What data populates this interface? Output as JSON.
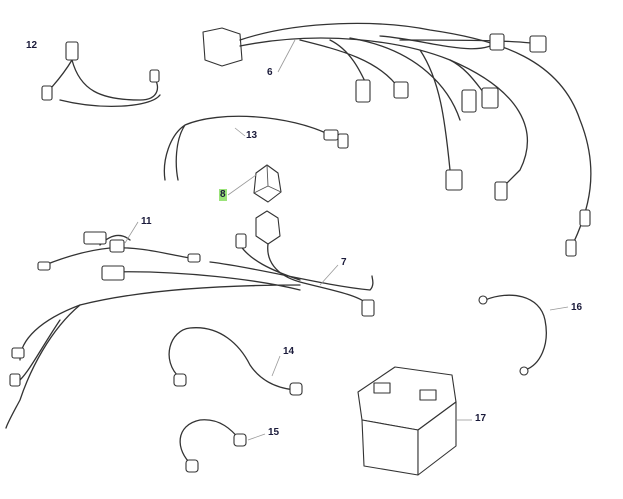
{
  "callouts": [
    {
      "id": "12",
      "label": "12"
    },
    {
      "id": "6",
      "label": "6"
    },
    {
      "id": "13",
      "label": "13"
    },
    {
      "id": "8",
      "label": "8",
      "highlighted": true
    },
    {
      "id": "11",
      "label": "11"
    },
    {
      "id": "7",
      "label": "7"
    },
    {
      "id": "16",
      "label": "16"
    },
    {
      "id": "14",
      "label": "14"
    },
    {
      "id": "15",
      "label": "15"
    },
    {
      "id": "17",
      "label": "17"
    }
  ],
  "colors": {
    "highlight": "#9be37a",
    "line": "#333333",
    "label": "#1a1a3a"
  }
}
